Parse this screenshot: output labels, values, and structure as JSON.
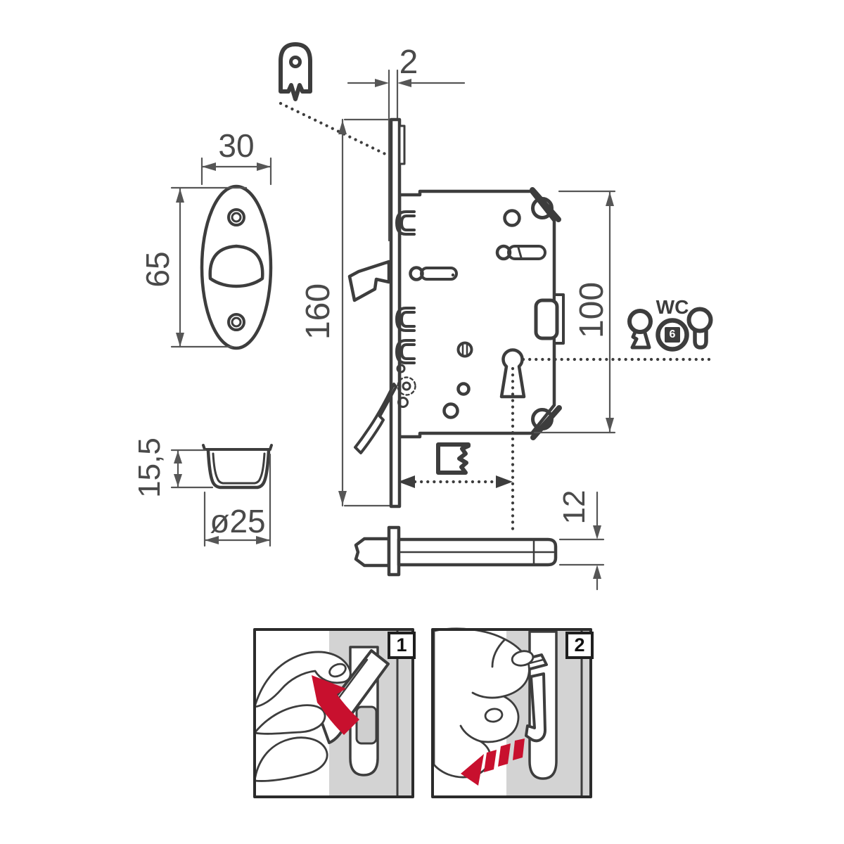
{
  "document": {
    "type": "technical-installation-drawing",
    "subject": "sliding-door hook lock set with escutcheon, flush cup and spindle"
  },
  "colors": {
    "part_line": "#3d3d3d",
    "dim_line": "#565656",
    "text": "#4a4a4a",
    "panel_gray": "#d3d3d3",
    "inner_gray": "#cfcfcf",
    "accent_red": "#c8102e",
    "white": "#ffffff"
  },
  "dims": {
    "plate_thickness": "2",
    "escutcheon_width": "30",
    "escutcheon_height": "65",
    "faceplate_length": "160",
    "case_height": "100",
    "cup_depth": "15,5",
    "cup_diameter": "ø25",
    "spindle_size": "12"
  },
  "key_options": {
    "wc_label": "WC",
    "wc_square_size": "6"
  },
  "icons": {
    "faceplate_symbol": "tag-plate-icon",
    "bit_key": "bit-keyhole-icon",
    "wc_turn": "wc-turn-icon",
    "euro_cylinder": "euro-cylinder-icon",
    "step1_arrow": "red-curved-arrow-icon",
    "step2_arrow": "red-dashed-arrow-icon"
  },
  "steps": {
    "step1_label": "1",
    "step2_label": "2"
  }
}
